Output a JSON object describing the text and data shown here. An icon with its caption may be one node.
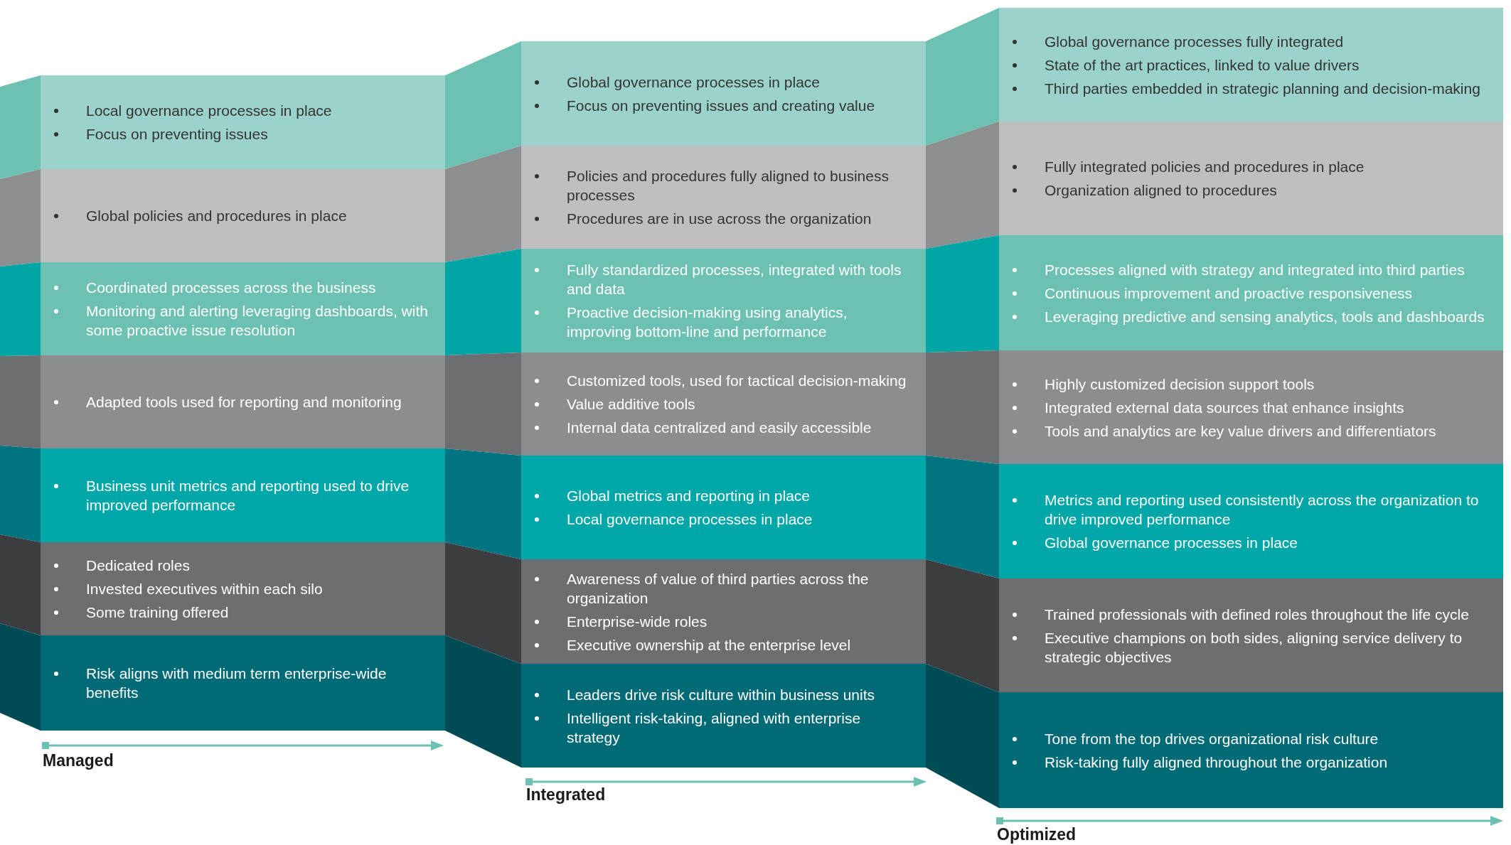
{
  "diagram": {
    "nodes": [
      {
        "text": [
          "Local governance processes in place",
          "Focus on preventing issues"
        ]
      },
      {
        "text": [
          "Global policies and procedures in place"
        ]
      },
      {
        "text": [
          "Coordinated processes across the business",
          "Monitoring and alerting leveraging dashboards, with some proactive issue resolution"
        ]
      },
      {
        "text": [
          "Adapted tools used for reporting and monitoring"
        ]
      },
      {
        "text": [
          "Business unit metrics and reporting used to drive improved performance"
        ]
      },
      {
        "text": [
          "Dedicated roles",
          "Invested executives within each silo",
          "Some training offered"
        ]
      },
      {
        "text": [
          "Risk aligns with medium term enterprise-wide benefits"
        ]
      },
      {
        "text": [
          "Global governance processes in place",
          "Focus on preventing issues and creating value"
        ]
      },
      {
        "text": [
          "Policies and procedures fully aligned to business processes",
          "Procedures are in use across the organization"
        ]
      },
      {
        "text": [
          "Fully standardized processes, integrated with tools and data",
          "Proactive decision-making using analytics, improving bottom-line and performance"
        ]
      },
      {
        "text": [
          "Customized tools, used for tactical decision-making",
          "Value additive tools",
          "Internal data centralized and easily accessible"
        ]
      },
      {
        "text": [
          "Global metrics and reporting in place",
          "Local governance processes in place"
        ]
      },
      {
        "text": [
          "Awareness of value of third parties across the organization",
          "Enterprise-wide roles",
          "Executive ownership at the enterprise level"
        ]
      },
      {
        "text": [
          "Leaders drive risk culture within business units",
          "Intelligent risk-taking, aligned with enterprise strategy"
        ]
      },
      {
        "text": [
          "Global governance processes fully integrated",
          "State of the art practices, linked to value drivers",
          "Third parties embedded in strategic planning and decision-making"
        ]
      },
      {
        "text": [
          "Fully integrated policies and procedures in place",
          "Organization aligned to procedures"
        ]
      },
      {
        "text": [
          "Processes aligned with strategy and integrated into third parties",
          "Continuous improvement and proactive responsiveness",
          "Leveraging predictive and sensing analytics, tools and dashboards"
        ]
      },
      {
        "text": [
          "Highly customized decision support tools",
          "Integrated external data sources that enhance insights",
          "Tools and analytics are key value drivers and differentiators"
        ]
      },
      {
        "text": [
          "Metrics and reporting used consistently across the organization to drive improved performance",
          "Global governance processes in place"
        ]
      },
      {
        "text": [
          "Trained professionals with defined roles throughout the life cycle",
          "Executive champions on both sides, aligning service delivery to strategic objectives"
        ]
      },
      {
        "text": [
          "Tone from the top drives organizational risk culture",
          "Risk-taking fully aligned throughout the organization"
        ]
      }
    ],
    "labels": [
      "Managed",
      "Integrated",
      "Optimized"
    ]
  }
}
